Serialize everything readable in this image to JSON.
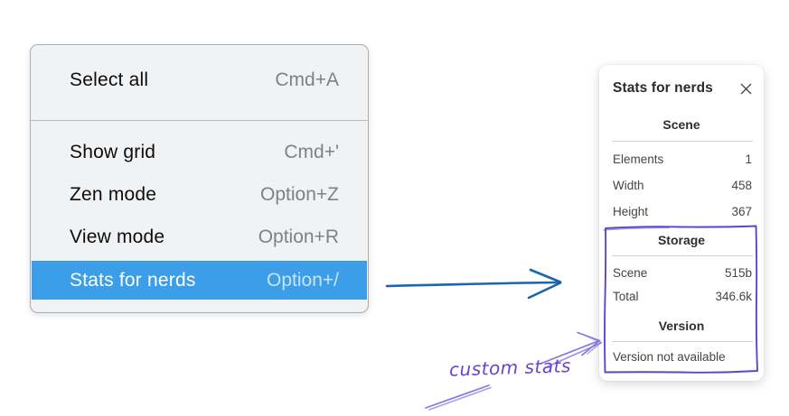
{
  "menu": {
    "items": [
      {
        "label": "Select all",
        "shortcut": "Cmd+A",
        "highlighted": false
      },
      {
        "label": "Show grid",
        "shortcut": "Cmd+'",
        "highlighted": false
      },
      {
        "label": "Zen mode",
        "shortcut": "Option+Z",
        "highlighted": false
      },
      {
        "label": "View mode",
        "shortcut": "Option+R",
        "highlighted": false
      },
      {
        "label": "Stats for nerds",
        "shortcut": "Option+/",
        "highlighted": true
      }
    ]
  },
  "stats_panel": {
    "title": "Stats for nerds",
    "close_icon": "x-icon",
    "sections": [
      {
        "heading": "Scene",
        "rows": [
          {
            "label": "Elements",
            "value": "1"
          },
          {
            "label": "Width",
            "value": "458"
          },
          {
            "label": "Height",
            "value": "367"
          }
        ]
      },
      {
        "heading": "Storage",
        "rows": [
          {
            "label": "Scene",
            "value": "515b"
          },
          {
            "label": "Total",
            "value": "346.6k"
          }
        ]
      },
      {
        "heading": "Version",
        "note": "Version not available"
      }
    ]
  },
  "annotation": {
    "label": "custom stats"
  },
  "colors": {
    "menu_highlight_blue": "#3c9de8",
    "arrow_blue": "#1a65ac",
    "annotation_text_purple": "#6b42cc",
    "annotation_stroke_purple": "#8a76dd",
    "highlight_box_purple": "#5b47c2"
  }
}
